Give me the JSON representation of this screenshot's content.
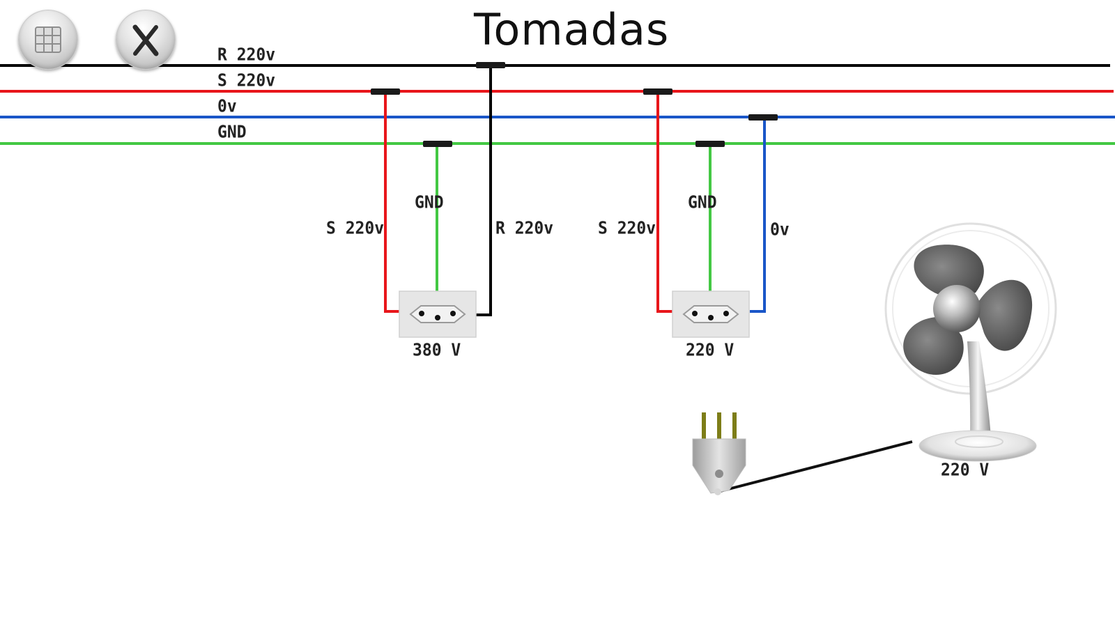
{
  "title": "Tomadas",
  "toolbar": {
    "menu_button": {
      "icon": "grid-icon",
      "label": "Menu"
    },
    "close_button": {
      "icon": "close-x-icon",
      "label": "Close"
    }
  },
  "bus": {
    "lines": [
      {
        "id": "R",
        "label": "R 220v",
        "color": "#000000"
      },
      {
        "id": "S",
        "label": "S 220v",
        "color": "#e8161b"
      },
      {
        "id": "N",
        "label": "0v",
        "color": "#1a56c8"
      },
      {
        "id": "GND",
        "label": "GND",
        "color": "#43c843"
      }
    ]
  },
  "outlets": [
    {
      "name": "outlet-380v",
      "voltage_label": "380 V",
      "wires": [
        {
          "from_bus": "S",
          "label": "S 220v"
        },
        {
          "from_bus": "GND",
          "label": "GND"
        },
        {
          "from_bus": "R",
          "label": "R 220v"
        }
      ]
    },
    {
      "name": "outlet-220v",
      "voltage_label": "220 V",
      "wires": [
        {
          "from_bus": "S",
          "label": "S 220v"
        },
        {
          "from_bus": "GND",
          "label": "GND"
        },
        {
          "from_bus": "N",
          "label": "0v"
        }
      ]
    }
  ],
  "appliance": {
    "name": "table-fan",
    "icon": "fan-icon",
    "voltage_label": "220 V",
    "plug_icon": "plug-icon"
  }
}
